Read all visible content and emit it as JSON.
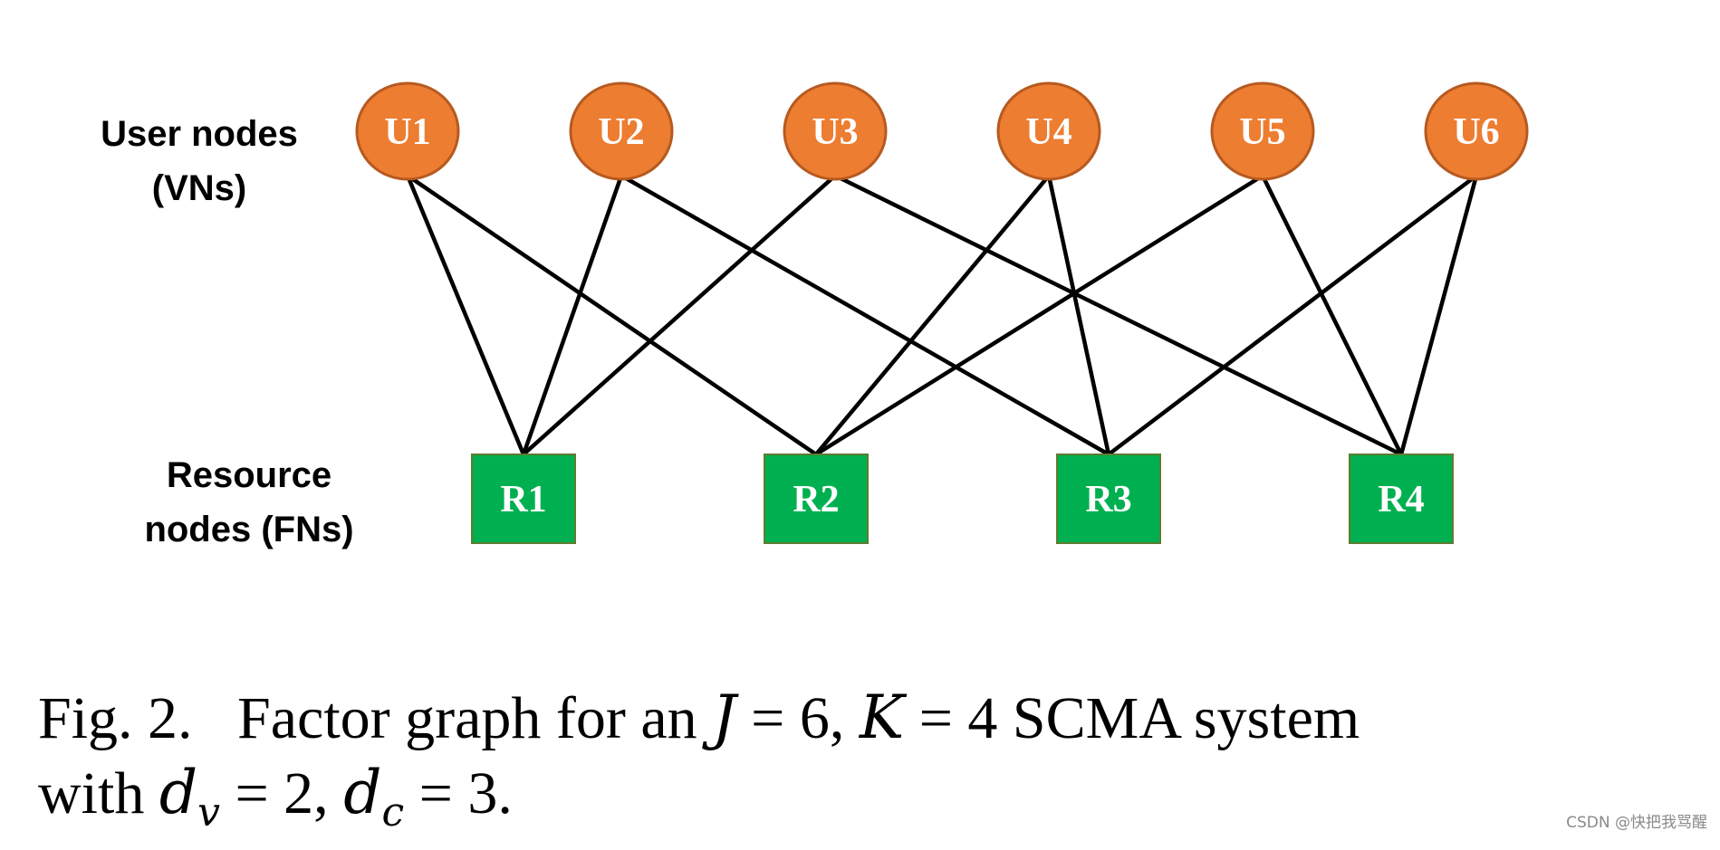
{
  "labels": {
    "user_line1": "User nodes",
    "user_line2": "(VNs)",
    "resource_line1": "Resource",
    "resource_line2": "nodes (FNs)"
  },
  "user_nodes": [
    "U1",
    "U2",
    "U3",
    "U4",
    "U5",
    "U6"
  ],
  "resource_nodes": [
    "R1",
    "R2",
    "R3",
    "R4"
  ],
  "edges": [
    [
      "U1",
      "R1"
    ],
    [
      "U1",
      "R2"
    ],
    [
      "U2",
      "R1"
    ],
    [
      "U2",
      "R3"
    ],
    [
      "U3",
      "R1"
    ],
    [
      "U3",
      "R4"
    ],
    [
      "U4",
      "R2"
    ],
    [
      "U4",
      "R3"
    ],
    [
      "U5",
      "R2"
    ],
    [
      "U5",
      "R4"
    ],
    [
      "U6",
      "R3"
    ],
    [
      "U6",
      "R4"
    ]
  ],
  "colors": {
    "user_fill": "#ED7D31",
    "user_stroke": "#B65A20",
    "resource_fill": "#00B050",
    "resource_stroke": "#5E7C2E",
    "edge": "#000000"
  },
  "caption": {
    "fig": "Fig. 2.",
    "text1": "Factor graph for an ",
    "J": "J",
    "eq1": " = 6, ",
    "K": "K",
    "eq2": " = 4 SCMA system",
    "with": "with ",
    "dv": "d",
    "dv_sub": "v",
    "eq3": " = 2, ",
    "dc": "d",
    "dc_sub": "c",
    "eq4": " = 3."
  },
  "watermark": "CSDN @快把我骂醒"
}
